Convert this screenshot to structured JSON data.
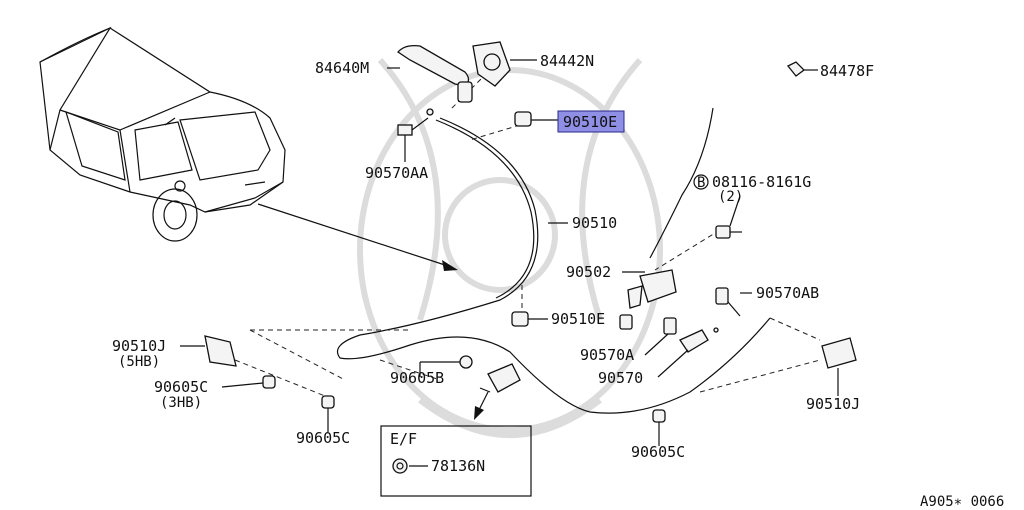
{
  "diagram": {
    "callouts": {
      "p84640M": "84640M",
      "p84442N": "84442N",
      "p84478F": "84478F",
      "p90510E_top": "90510E",
      "p90570AA": "90570AA",
      "p08116_bolt": "08116-8161G",
      "bolt_prefix": "B",
      "bolt_qty": "(2)",
      "p90510": "90510",
      "p90502": "90502",
      "p90570AB": "90570AB",
      "p90510E_mid": "90510E",
      "p90510J_left": "90510J",
      "p5HB": "(5HB)",
      "p90605C_left": "90605C",
      "p3HB": "(3HB)",
      "p90605B": "90605B",
      "p90570A": "90570A",
      "p90570": "90570",
      "p90510J_right": "90510J",
      "p90605C_bottom": "90605C",
      "p90605C_center": "90605C"
    },
    "inset": {
      "title": "E/F",
      "part": "78136N"
    },
    "figure_code": "A905∗ 0066",
    "highlighted_part": "90510E",
    "highlight_color": "#8f8fe6"
  }
}
